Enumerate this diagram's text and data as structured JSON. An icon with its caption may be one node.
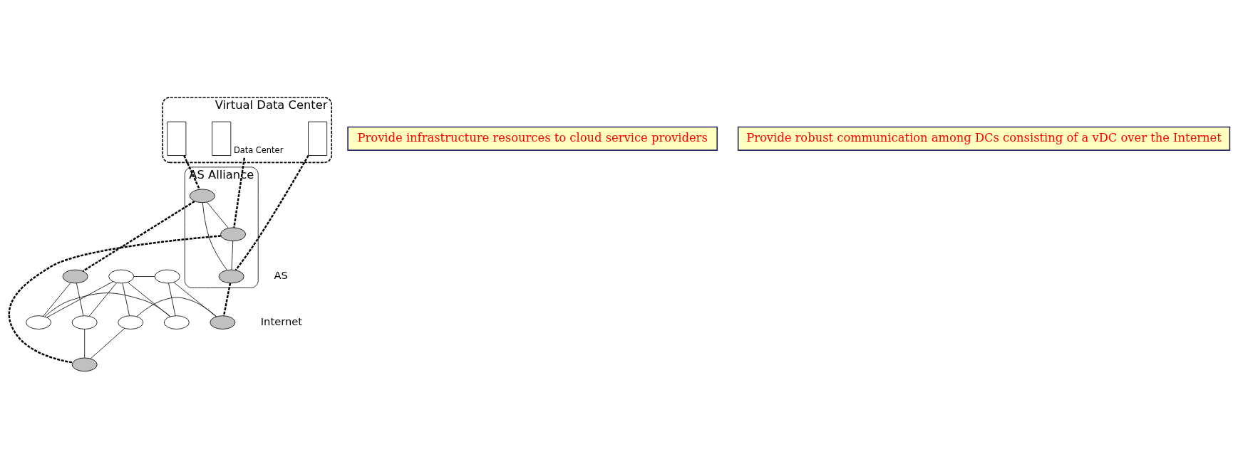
{
  "diagram": {
    "nodes": [
      {
        "text": [
          "Virtual Data Center"
        ]
      },
      {
        "text": [],
        "shape": "box",
        "in": 0
      },
      {
        "text": [],
        "shape": "box",
        "in": 0,
        "beside": [
          "Data Center"
        ]
      },
      {
        "text": [],
        "shape": "box",
        "in": 0
      },
      {
        "text": [
          "AS Alliance"
        ]
      },
      {
        "text": [],
        "shape": "circle",
        "in": 4
      },
      {
        "text": [],
        "shape": "circle",
        "in": 4
      },
      {
        "text": [],
        "shape": "circle",
        "in": 4
      },
      {
        "text": [],
        "shape": "circle"
      },
      {
        "text": [],
        "shape": "circle"
      },
      {
        "text": [],
        "shape": "circle"
      },
      {
        "text": [],
        "shape": "circle"
      },
      {
        "text": [],
        "shape": "circle"
      },
      {
        "text": [],
        "shape": "circle"
      },
      {
        "text": [],
        "shape": "circle"
      },
      {
        "text": [],
        "shape": "circle"
      },
      {
        "text": [],
        "shape": "circle"
      },
      {
        "text": [
          "Provide infrastructure resources to cloud service providers"
        ]
      },
      {
        "text": [
          "Provide robust communication among DCs consisting of a vDC over the Internet"
        ]
      }
    ],
    "edges": [
      {
        "from": 1,
        "to": 5,
        "arrow": "none",
        "style": "dashed"
      },
      {
        "from": 2,
        "to": 6,
        "arrow": "none",
        "style": "dashed"
      },
      {
        "from": 3,
        "to": 7,
        "arrow": "none",
        "style": "dashed"
      },
      {
        "from": 5,
        "to": 7,
        "arrow": "none"
      },
      {
        "from": 5,
        "to": 6,
        "arrow": "none"
      },
      {
        "from": 6,
        "to": 7,
        "arrow": "none"
      },
      {
        "from": 5,
        "to": 8,
        "arrow": "none",
        "style": "dashed"
      },
      {
        "from": 6,
        "to": 11,
        "arrow": "none",
        "style": "dashed"
      },
      {
        "from": 7,
        "to": 16,
        "arrow": "none",
        "style": "dashed"
      },
      {
        "from": 8,
        "to": 10,
        "arrow": "none"
      },
      {
        "from": 8,
        "to": 9,
        "arrow": "none"
      },
      {
        "from": 9,
        "to": 12,
        "arrow": "none"
      },
      {
        "from": 9,
        "to": 11,
        "arrow": "none"
      },
      {
        "from": 10,
        "to": 13,
        "arrow": "none"
      },
      {
        "from": 10,
        "to": 12,
        "arrow": "none"
      },
      {
        "from": 13,
        "to": 12,
        "arrow": "none"
      },
      {
        "from": 13,
        "to": 15,
        "arrow": "none"
      },
      {
        "from": 12,
        "to": 15,
        "arrow": "none"
      },
      {
        "from": 12,
        "to": 14,
        "arrow": "none"
      },
      {
        "from": 15,
        "to": 16,
        "arrow": "none"
      },
      {
        "from": 11,
        "to": 14,
        "arrow": "none"
      },
      {
        "from": 14,
        "to": 16,
        "arrow": "none"
      }
    ],
    "labels": [
      "AS",
      "Internet"
    ]
  }
}
